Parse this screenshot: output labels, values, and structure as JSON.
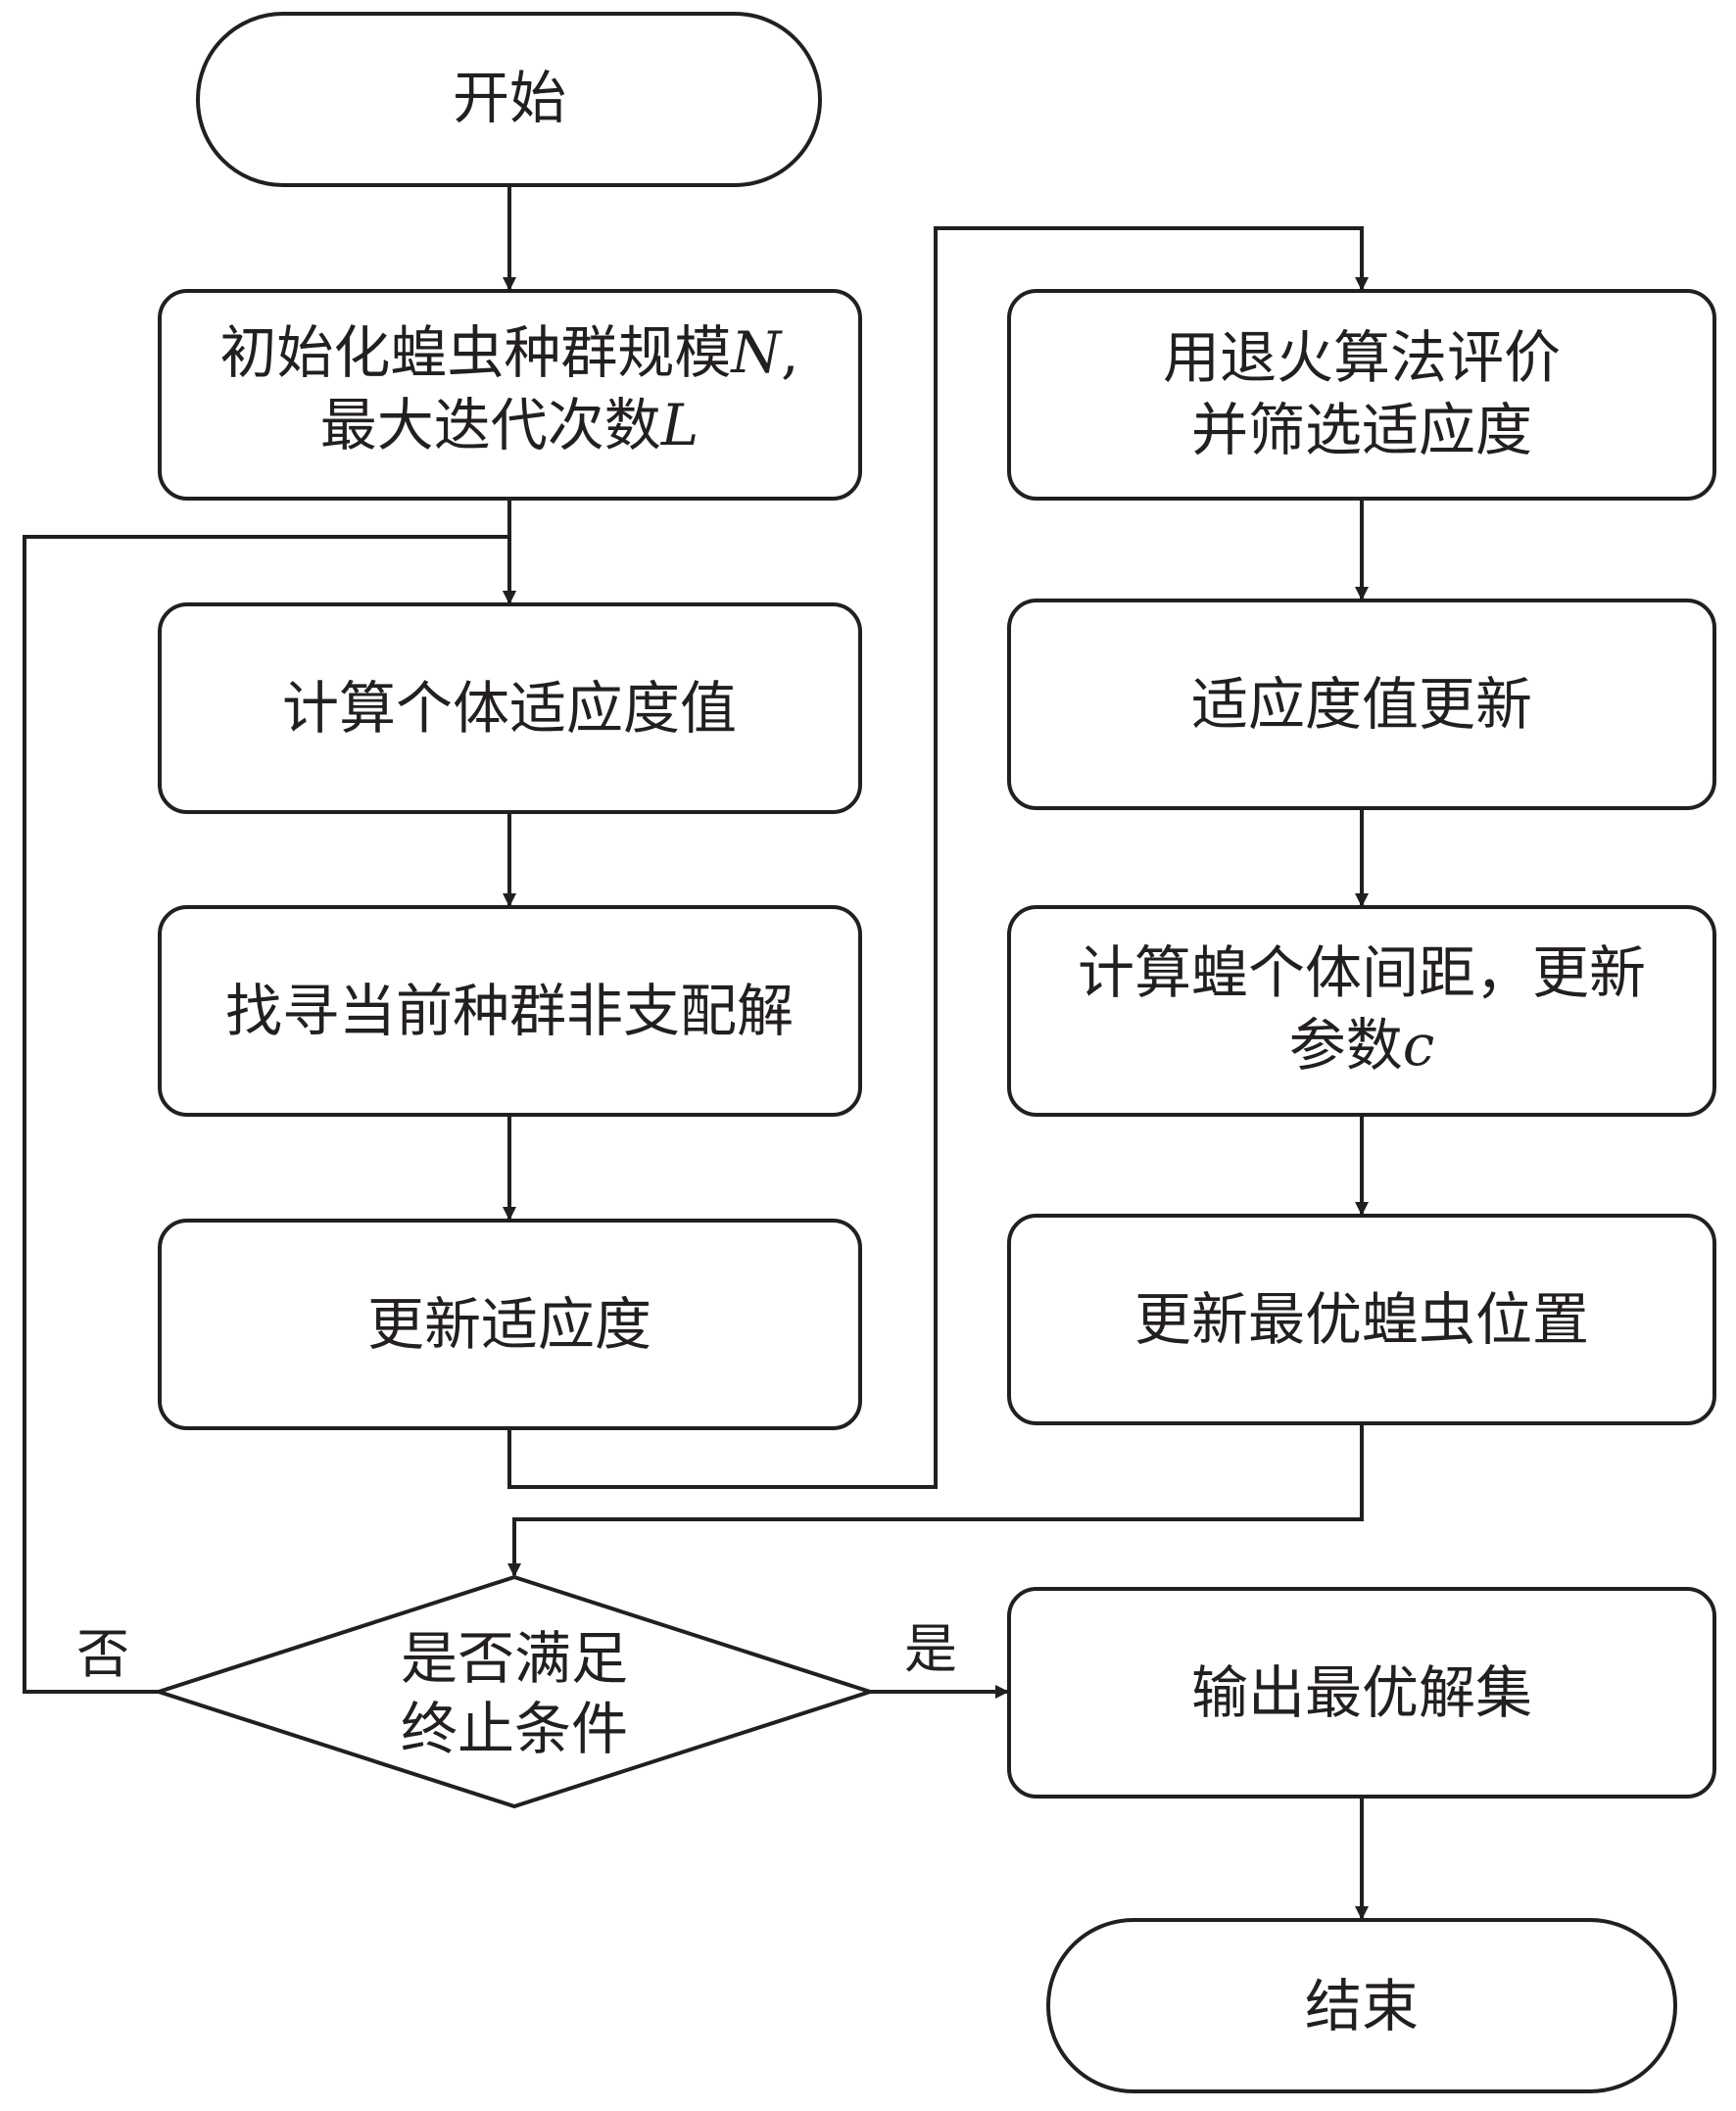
{
  "nodes": {
    "start": {
      "lines": [
        "开始"
      ]
    },
    "init": {
      "lines": [
        [
          "初始化蝗虫种群规模",
          "N",
          ","
        ],
        [
          "最大迭代次数",
          "L",
          ""
        ]
      ]
    },
    "calc_fitness": {
      "lines": [
        "计算个体适应度值"
      ]
    },
    "find_nondominated": {
      "lines": [
        "找寻当前种群非支配解"
      ]
    },
    "update_fitness": {
      "lines": [
        "更新适应度"
      ]
    },
    "sa_evaluate": {
      "lines": [
        "用退火算法评价",
        "并筛选适应度"
      ]
    },
    "fitness_update": {
      "lines": [
        "适应度值更新"
      ]
    },
    "distance_update": {
      "lines": [
        "计算蝗个体间距，更新",
        [
          "参数",
          "c",
          ""
        ]
      ]
    },
    "update_best": {
      "lines": [
        "更新最优蝗虫位置"
      ]
    },
    "decision": {
      "lines": [
        "是否满足",
        "终止条件"
      ]
    },
    "output": {
      "lines": [
        "输出最优解集"
      ]
    },
    "end": {
      "lines": [
        "结束"
      ]
    }
  },
  "edge_labels": {
    "no": "否",
    "yes": "是"
  }
}
